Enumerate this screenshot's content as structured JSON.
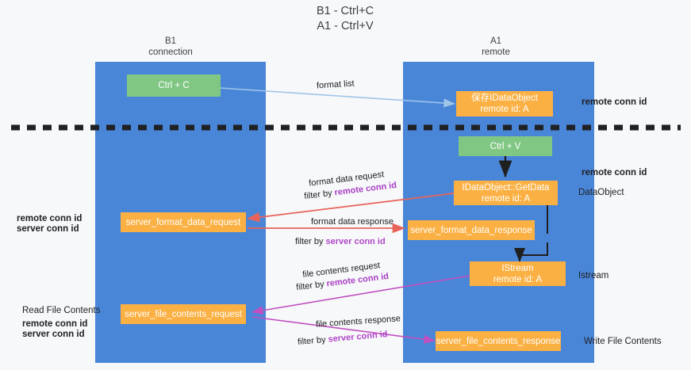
{
  "diagram": {
    "title_line1": "B1 - Ctrl+C",
    "title_line2": "A1 - Ctrl+V",
    "columns": [
      {
        "name": "B1",
        "role": "connection"
      },
      {
        "name": "A1",
        "role": "remote"
      }
    ],
    "colors": {
      "lane": "#4a86d8",
      "action_box": "#81c784",
      "message_box": "#fbb043",
      "accent_purple": "#a83fc4",
      "accent_green": "#6aa84f",
      "arrow_format_list": "#9fc5e8",
      "arrow_ctrlv": "#1f1f1f",
      "arrow_format_data": "#e8645a",
      "arrow_istream": "#1f1f1f",
      "arrow_file_contents": "#c04fc0",
      "divider": "#202124",
      "background": "#f7f8f9"
    },
    "nodes": {
      "ctrl_c": "Ctrl + C",
      "save_idataobject_line1": "保存IDataObject",
      "save_idataobject_line2": "remote id: A",
      "ctrl_v": "Ctrl + V",
      "getdata_line1": "IDataObject::GetData",
      "getdata_line2": "remote id: A",
      "server_format_data_request": "server_format_data_request",
      "server_format_data_response": "server_format_data_response",
      "istream_line1": "IStream",
      "istream_line2": "remote id: A",
      "server_file_contents_request": "server_file_contents_request",
      "server_file_contents_response": "server_file_contents_response"
    },
    "edge_labels": {
      "format_list": "format list",
      "format_data_request": "format data request",
      "format_data_request_filter_prefix": "filter by ",
      "format_data_request_filter_key": "remote conn id",
      "format_data_response": "format data response",
      "format_data_response_filter_prefix": "filter by ",
      "format_data_response_filter_key": "server conn id",
      "file_contents_request": "file contents request",
      "file_contents_request_filter_prefix": "filter by ",
      "file_contents_request_filter_key": "remote conn id",
      "file_contents_response": "file contents response",
      "file_contents_response_filter_prefix": "filter by ",
      "file_contents_response_filter_key": "server conn id"
    },
    "side_labels": {
      "right_top_remote_conn_id": "remote conn id",
      "right_mid_remote_conn_id": "remote conn id",
      "right_dataobject": "DataObject",
      "right_istream": "Istream",
      "right_write_file_contents": "Write File Contents",
      "left_remote_conn_id": "remote conn id",
      "left_server_conn_id": "server conn id",
      "left_read_file_contents": "Read File Contents",
      "left_bottom_remote_conn_id": "remote conn id",
      "left_bottom_server_conn_id": "server conn id"
    }
  }
}
